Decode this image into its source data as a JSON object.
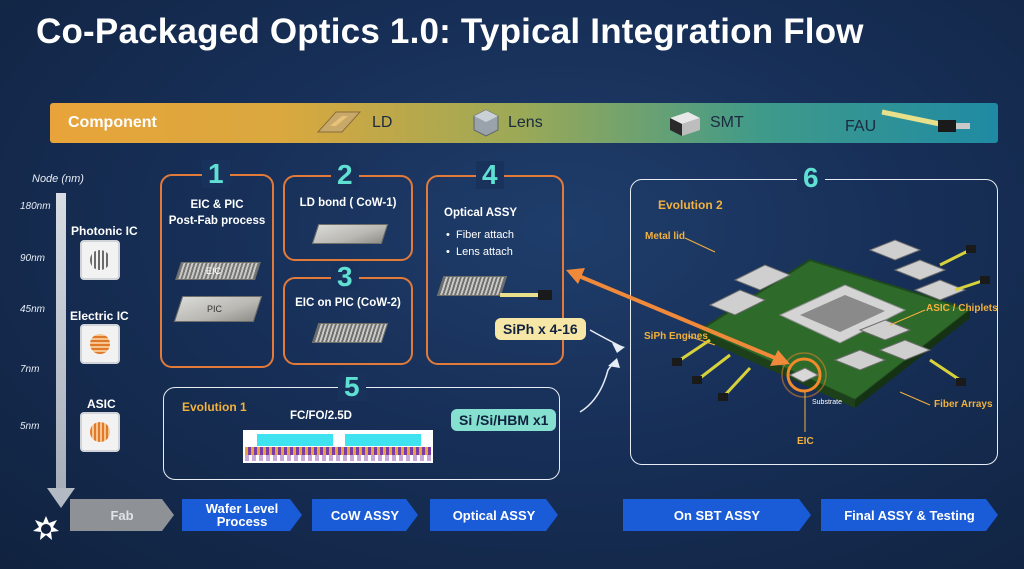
{
  "title": "Co-Packaged Optics 1.0: Typical Integration Flow",
  "component_bar": {
    "label": "Component",
    "items": [
      {
        "name": "LD",
        "icon": "laser-diode-icon"
      },
      {
        "name": "Lens",
        "icon": "lens-icon"
      },
      {
        "name": "SMT",
        "icon": "smt-component-icon"
      },
      {
        "name": "FAU",
        "icon": "fiber-array-unit-icon"
      }
    ]
  },
  "node_axis": {
    "title": "Node (nm)",
    "ticks": [
      "180nm",
      "90nm",
      "45nm",
      "7nm",
      "5nm"
    ],
    "ics": [
      {
        "label": "Photonic IC",
        "color": "#6b6b6b"
      },
      {
        "label": "Electric IC",
        "color": "#e07a2a"
      },
      {
        "label": "ASIC",
        "color": "#e07a2a"
      }
    ]
  },
  "steps": {
    "s1": {
      "num": "1",
      "line1": "EIC & PIC",
      "line2": "Post-Fab process",
      "chip_a": "EIC",
      "chip_b": "PIC"
    },
    "s2": {
      "num": "2",
      "text": "LD bond  ( CoW-1)"
    },
    "s3": {
      "num": "3",
      "text": "EIC on PIC (CoW-2)"
    },
    "s4": {
      "num": "4",
      "title": "Optical ASSY",
      "bullets": [
        "Fiber attach",
        "Lens attach"
      ]
    },
    "s5": {
      "num": "5",
      "evolution": "Evolution 1",
      "package": "FC/FO/2.5D"
    },
    "s6": {
      "num": "6",
      "evolution": "Evolution 2",
      "annotations": {
        "metal_lid": "Metal lid",
        "siph_engines": "SiPh Engines",
        "asic": "ASIC / Chiplets",
        "fiber_arrays": "Fiber Arrays",
        "eic": "EIC",
        "substrate": "Substrate"
      }
    }
  },
  "callouts": {
    "siph": "SiPh x 4-16",
    "si": "Si /Si/HBM x1"
  },
  "flow": [
    "Fab",
    "Wafer Level Process",
    "CoW ASSY",
    "Optical ASSY",
    "On SBT ASSY",
    "Final ASSY & Testing"
  ],
  "flow_lines": [
    [
      "Wafer Level",
      "Process"
    ]
  ],
  "colors": {
    "orange": "#e27a3a",
    "teal": "#5fe0d2",
    "blue": "#1a5bd8",
    "yellow": "#f2b13d"
  }
}
